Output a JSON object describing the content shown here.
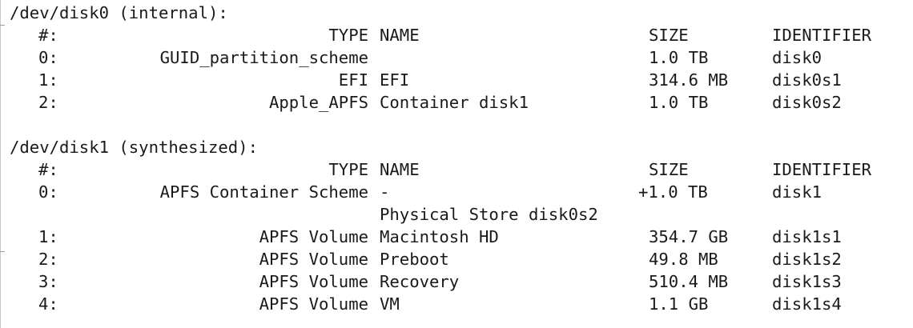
{
  "disks": [
    {
      "header": "/dev/disk0 (internal):",
      "columns": {
        "index": "#:",
        "type": "TYPE",
        "name": "NAME",
        "size": "SIZE",
        "identifier": "IDENTIFIER"
      },
      "rows": [
        {
          "index": "0:",
          "type": "GUID_partition_scheme",
          "name": "",
          "size": "1.0 TB",
          "identifier": "disk0"
        },
        {
          "index": "1:",
          "type": "EFI",
          "name": "EFI",
          "size": "314.6 MB",
          "identifier": "disk0s1"
        },
        {
          "index": "2:",
          "type": "Apple_APFS",
          "name": "Container disk1",
          "size": "1.0 TB",
          "identifier": "disk0s2"
        }
      ]
    },
    {
      "header": "/dev/disk1 (synthesized):",
      "columns": {
        "index": "#:",
        "type": "TYPE",
        "name": "NAME",
        "size": "SIZE",
        "identifier": "IDENTIFIER"
      },
      "rows": [
        {
          "index": "0:",
          "type": "APFS Container Scheme",
          "name": "-",
          "size": "+1.0 TB",
          "identifier": "disk1",
          "continuation": "Physical Store disk0s2"
        },
        {
          "index": "1:",
          "type": "APFS Volume",
          "name": "Macintosh HD",
          "size": "354.7 GB",
          "identifier": "disk1s1"
        },
        {
          "index": "2:",
          "type": "APFS Volume",
          "name": "Preboot",
          "size": "49.8 MB",
          "identifier": "disk1s2"
        },
        {
          "index": "3:",
          "type": "APFS Volume",
          "name": "Recovery",
          "size": "510.4 MB",
          "identifier": "disk1s3"
        },
        {
          "index": "4:",
          "type": "APFS Volume",
          "name": "VM",
          "size": "1.1 GB",
          "identifier": "disk1s4"
        }
      ]
    }
  ]
}
